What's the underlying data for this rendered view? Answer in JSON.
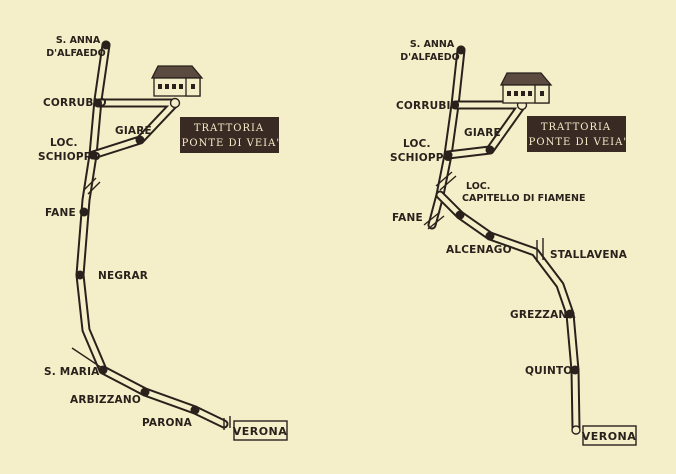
{
  "left_map": {
    "labels": {
      "s_anna_1": "S. ANNA",
      "s_anna_2": "D'ALFAEDO",
      "corrubio": "CORRUBIO",
      "giare": "GIARE",
      "loc": "LOC.",
      "schioppo": "SCHIOPPO",
      "fane": "FANE",
      "negrar": "NEGRAR",
      "s_maria": "S. MARIA",
      "arbizzano": "ARBIZZANO",
      "parona": "PARONA"
    },
    "trattoria_1": "TRATTORIA",
    "trattoria_2": "\"PONTE DI VEIA\"",
    "destination": "VERONA"
  },
  "right_map": {
    "labels": {
      "s_anna_1": "S. ANNA",
      "s_anna_2": "D'ALFAEDO",
      "corrubio": "CORRUBIO",
      "giare": "GIARE",
      "loc": "LOC.",
      "schioppo": "SCHIOPPO",
      "loc2": "LOC.",
      "castello": "CAPITELLO DI FIAMENE",
      "fane": "FANE",
      "alcenago": "ALCENAGO",
      "stallavena": "STALLAVENA",
      "grezzana": "GREZZANA",
      "quinto": "QUINTO"
    },
    "trattoria_1": "TRATTORIA",
    "trattoria_2": "\"PONTE DI VEIA\"",
    "destination": "VERONA"
  },
  "colors": {
    "paper": "#f5efc9",
    "ink": "#2a211c",
    "label_box": "#3a2a24"
  },
  "icons": [
    "house-icon",
    "road-stop-marker",
    "road-end-marker"
  ]
}
